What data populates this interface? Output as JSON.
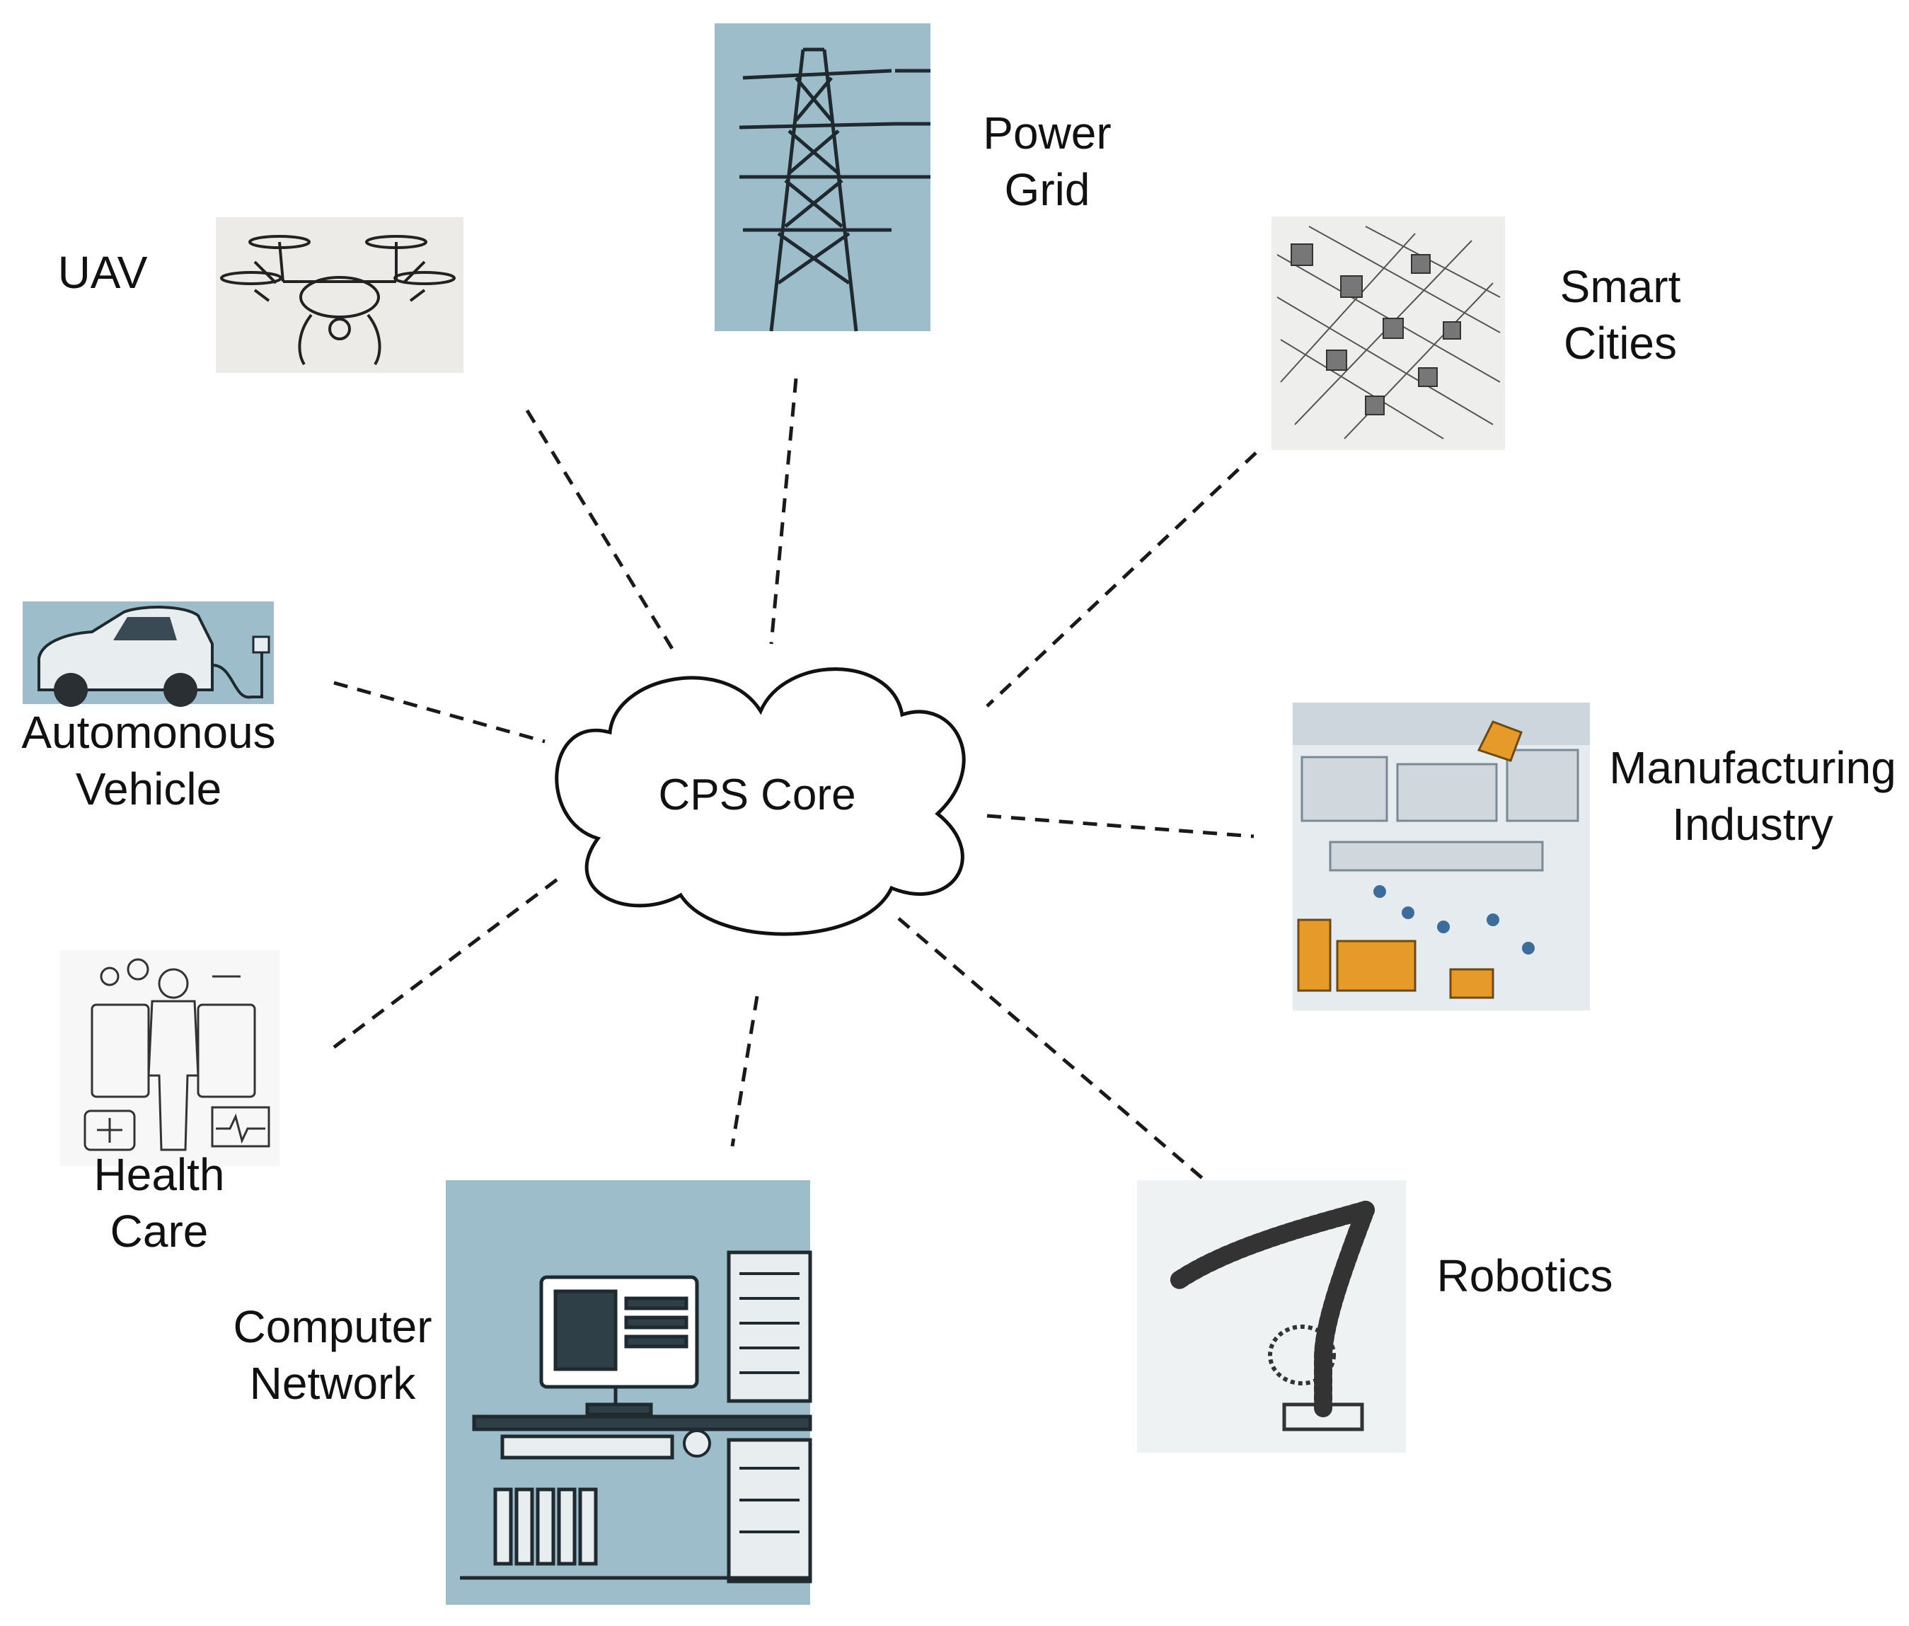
{
  "core": {
    "label": "CPS Core"
  },
  "nodes": {
    "uav": {
      "lines": [
        "UAV"
      ]
    },
    "power_grid": {
      "lines": [
        "Power",
        "Grid"
      ]
    },
    "smart_cities": {
      "lines": [
        "Smart",
        "Cities"
      ]
    },
    "vehicle": {
      "lines": [
        "Automonous",
        "Vehicle"
      ]
    },
    "manufacturing": {
      "lines": [
        "Manufacturing",
        "Industry"
      ]
    },
    "health": {
      "lines": [
        "Health",
        "Care"
      ]
    },
    "network": {
      "lines": [
        "Computer",
        "Network"
      ]
    },
    "robotics": {
      "lines": [
        "Robotics"
      ]
    }
  },
  "colors": {
    "line": "#1a1a1a",
    "tile_blue": "#9cbdc9",
    "tile_grey": "#ecebe8",
    "factory": "#e6ebef",
    "accent_orange": "#e69a2a"
  }
}
